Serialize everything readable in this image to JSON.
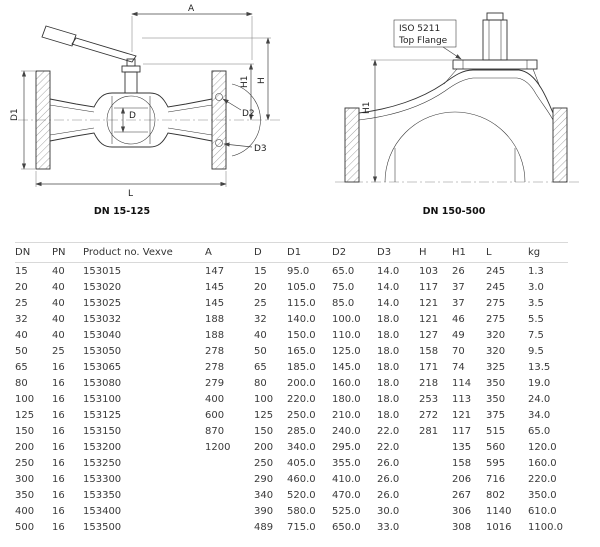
{
  "diagram_left": {
    "caption": "DN 15-125",
    "labels": {
      "A": "A",
      "H": "H",
      "H1": "H1",
      "D": "D",
      "D1": "D1",
      "D2": "D2",
      "D3": "D3",
      "L": "L"
    }
  },
  "diagram_right": {
    "caption": "DN 150-500",
    "annotation_line1": "ISO 5211",
    "annotation_line2": "Top Flange",
    "labels": {
      "H1": "H1"
    }
  },
  "table": {
    "headers": [
      "DN",
      "PN",
      "Product no. Vexve",
      "A",
      "D",
      "D1",
      "D2",
      "D3",
      "H",
      "H1",
      "L",
      "kg"
    ],
    "rows": [
      [
        "15",
        "40",
        "153015",
        "147",
        "15",
        "95.0",
        "65.0",
        "14.0",
        "103",
        "26",
        "245",
        "1.3"
      ],
      [
        "20",
        "40",
        "153020",
        "145",
        "20",
        "105.0",
        "75.0",
        "14.0",
        "117",
        "37",
        "245",
        "3.0"
      ],
      [
        "25",
        "40",
        "153025",
        "145",
        "25",
        "115.0",
        "85.0",
        "14.0",
        "121",
        "37",
        "275",
        "3.5"
      ],
      [
        "32",
        "40",
        "153032",
        "188",
        "32",
        "140.0",
        "100.0",
        "18.0",
        "121",
        "46",
        "275",
        "5.5"
      ],
      [
        "40",
        "40",
        "153040",
        "188",
        "40",
        "150.0",
        "110.0",
        "18.0",
        "127",
        "49",
        "320",
        "7.5"
      ],
      [
        "50",
        "25",
        "153050",
        "278",
        "50",
        "165.0",
        "125.0",
        "18.0",
        "158",
        "70",
        "320",
        "9.5"
      ],
      [
        "65",
        "16",
        "153065",
        "278",
        "65",
        "185.0",
        "145.0",
        "18.0",
        "171",
        "74",
        "325",
        "13.5"
      ],
      [
        "80",
        "16",
        "153080",
        "279",
        "80",
        "200.0",
        "160.0",
        "18.0",
        "218",
        "114",
        "350",
        "19.0"
      ],
      [
        "100",
        "16",
        "153100",
        "400",
        "100",
        "220.0",
        "180.0",
        "18.0",
        "253",
        "113",
        "350",
        "24.0"
      ],
      [
        "125",
        "16",
        "153125",
        "600",
        "125",
        "250.0",
        "210.0",
        "18.0",
        "272",
        "121",
        "375",
        "34.0"
      ],
      [
        "150",
        "16",
        "153150",
        "870",
        "150",
        "285.0",
        "240.0",
        "22.0",
        "281",
        "117",
        "515",
        "65.0"
      ],
      [
        "200",
        "16",
        "153200",
        "1200",
        "200",
        "340.0",
        "295.0",
        "22.0",
        "",
        "135",
        "560",
        "120.0"
      ],
      [
        "250",
        "16",
        "153250",
        "",
        "250",
        "405.0",
        "355.0",
        "26.0",
        "",
        "158",
        "595",
        "160.0"
      ],
      [
        "300",
        "16",
        "153300",
        "",
        "290",
        "460.0",
        "410.0",
        "26.0",
        "",
        "206",
        "716",
        "220.0"
      ],
      [
        "350",
        "16",
        "153350",
        "",
        "340",
        "520.0",
        "470.0",
        "26.0",
        "",
        "267",
        "802",
        "350.0"
      ],
      [
        "400",
        "16",
        "153400",
        "",
        "390",
        "580.0",
        "525.0",
        "30.0",
        "",
        "306",
        "1140",
        "610.0"
      ],
      [
        "500",
        "16",
        "153500",
        "",
        "489",
        "715.0",
        "650.0",
        "33.0",
        "",
        "308",
        "1016",
        "1100.0"
      ]
    ]
  }
}
